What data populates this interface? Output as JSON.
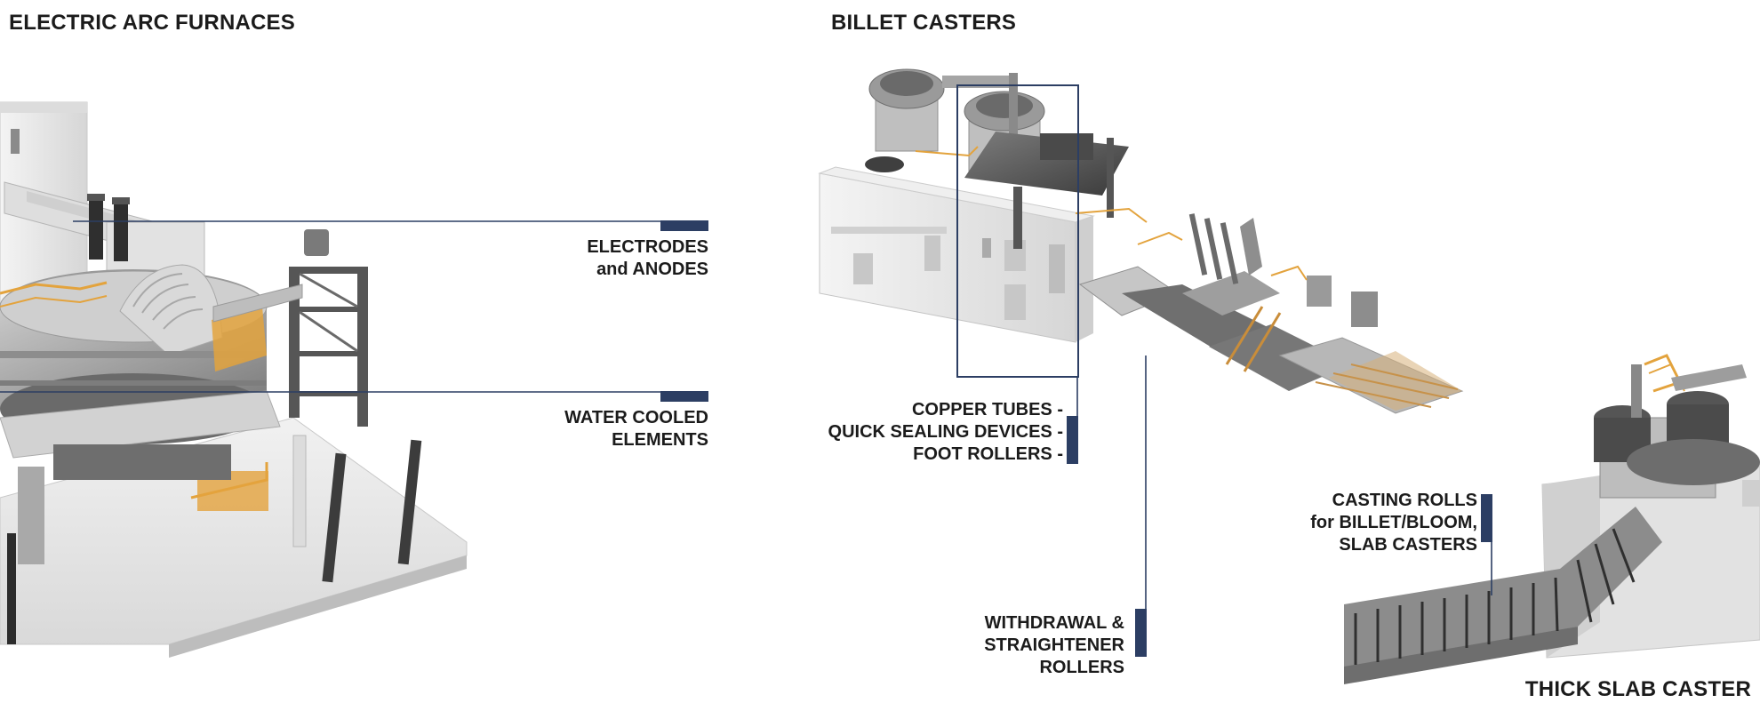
{
  "sections": {
    "eaf": {
      "title": "ELECTRIC ARC FURNACES",
      "labels": {
        "electrodes": [
          "ELECTRODES",
          "and ANODES"
        ],
        "water": [
          "WATER COOLED",
          "ELEMENTS"
        ]
      }
    },
    "billet": {
      "title": "BILLET CASTERS",
      "labels": {
        "copper": [
          "COPPER TUBES -",
          "QUICK SEALING DEVICES -",
          "FOOT ROLLERS -"
        ],
        "withdrawal": [
          "WITHDRAWAL &",
          "STRAIGHTENER",
          "ROLLERS"
        ]
      }
    },
    "slab": {
      "title": "THICK SLAB CASTER",
      "labels": {
        "casting": [
          "CASTING ROLLS",
          "for BILLET/BLOOM,",
          "SLAB CASTERS"
        ]
      }
    }
  },
  "colors": {
    "accent": "#2c3e63",
    "text": "#1b1b1b",
    "machine_light": "#e6e6e6",
    "machine_mid": "#b8b8b8",
    "machine_dark": "#555555",
    "railing": "#e3a33d"
  }
}
